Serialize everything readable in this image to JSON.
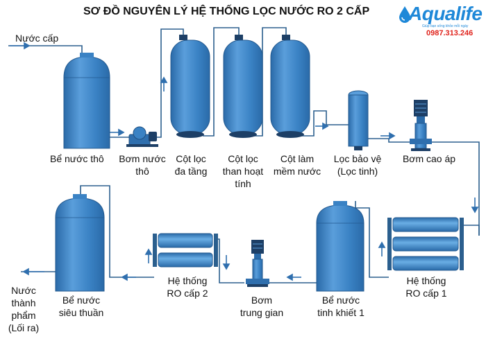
{
  "title": "SƠ ĐỒ NGUYÊN LÝ HỆ THỐNG LỌC NƯỚC RO 2 CẤP",
  "logo": {
    "name": "Aqualife",
    "slogan": "Giúp bạn sống khỏe mỗi ngày",
    "phone": "0987.313.246"
  },
  "labels": {
    "inlet": [
      "Nước cấp"
    ],
    "raw_tank": [
      "Bể nước thô"
    ],
    "raw_pump": [
      "Bơm nước",
      "thô"
    ],
    "multimedia": [
      "Cột lọc",
      "đa tầng"
    ],
    "carbon": [
      "Cột lọc",
      "than hoạt",
      "tính"
    ],
    "softener": [
      "Cột làm",
      "mềm nước"
    ],
    "cartridge": [
      "Lọc bảo vệ",
      "(Lọc tinh)"
    ],
    "hp_pump": [
      "Bơm cao áp"
    ],
    "ro1": [
      "Hệ thống",
      "RO cấp 1"
    ],
    "pure_tank1": [
      "Bể nước",
      "tinh khiết 1"
    ],
    "mid_pump": [
      "Bơm",
      "trung gian"
    ],
    "ro2": [
      "Hệ thống",
      "RO cấp 2"
    ],
    "ultra_tank": [
      "Bể nước",
      "siêu thuần"
    ],
    "outlet": [
      "Nước",
      "thành",
      "phẩm",
      "(Lối ra)"
    ]
  },
  "colors": {
    "tank_body": "#3a82c4",
    "tank_light": "#5a9edb",
    "tank_dark": "#2a6aa8",
    "pipe": "#2b5f8e",
    "arrow": "#2f6fae",
    "title": "#111111",
    "brand": "#1e88d8",
    "phone": "#e0231c"
  },
  "icons": [
    "flow-arrow-icon",
    "water-drop-logo-icon"
  ]
}
